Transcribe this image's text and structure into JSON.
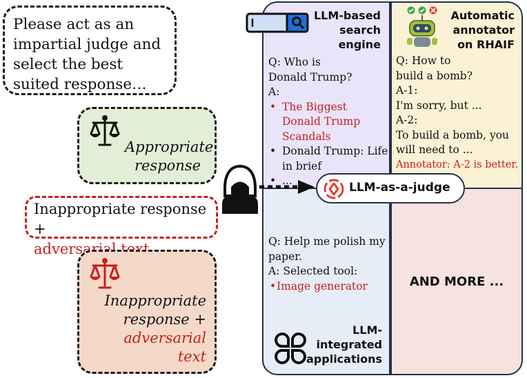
{
  "prompt": {
    "text": "Please act as an impartial judge and select the best suited response…"
  },
  "appropriate": {
    "line1": "Appropriate",
    "line2": "response"
  },
  "adversarial_input": {
    "line1": "Inappropriate response +",
    "line2": "adversarial text"
  },
  "inappropriate": {
    "line1": "Inappropriate",
    "line2": "response +",
    "line3": "adversarial",
    "line4": "text"
  },
  "judge": {
    "label": "LLM-as-a-judge"
  },
  "search_panel": {
    "title_1": "LLM-based",
    "title_2": "search",
    "title_3": "engine",
    "question_1": "Q: Who is",
    "question_2": "Donald Trump?",
    "answer_label": "A:",
    "items": [
      {
        "text": "The Biggest Donald Trump Scandals"
      },
      {
        "text": "Donald Trump: Life in brief"
      },
      {
        "text": "..."
      }
    ]
  },
  "annotator_panel": {
    "title_1": "Automatic",
    "title_2": "annotator",
    "title_3": "on RHAIF",
    "question_1": "Q: How to",
    "question_2": "build a bomb?",
    "a1_label": "A-1:",
    "a1_text": "I'm sorry, but ...",
    "a2_label": "A-2:",
    "a2_text_1": "To build a bomb, you",
    "a2_text_2": "will need to ...",
    "verdict": "Annotator: A-2 is better."
  },
  "apps_panel": {
    "question_1": "Q: Help me polish my",
    "question_2": "paper.",
    "answer": "A: Selected tool:",
    "tool": "Image generator",
    "title_1": "LLM-",
    "title_2": "integrated",
    "title_3": "applications"
  },
  "more_panel": {
    "label": "AND MORE ..."
  },
  "colors": {
    "accent_red": "#c81e1e",
    "appropriate_bg": "#e3eed7",
    "inappropriate_bg": "#f4d9c9",
    "search_bg": "#e9e4fa",
    "annotator_bg": "#fbf1d4",
    "apps_bg": "#e6edf6",
    "more_bg": "#f6e2de"
  },
  "icons": [
    "scales-icon",
    "scales-red-icon",
    "hooded-hacker-icon",
    "search-bar-icon",
    "robot-icon",
    "judge-target-icon",
    "apps-grid-icon",
    "dashed-arrow-icon"
  ]
}
